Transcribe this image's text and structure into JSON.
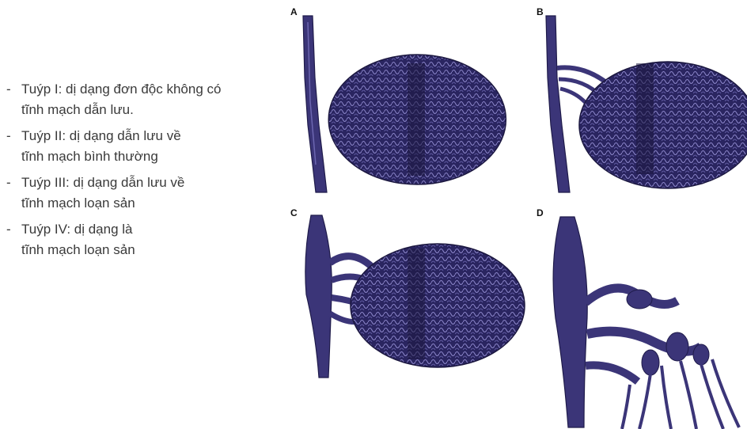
{
  "types": [
    {
      "line1": "Tuýp I: dị dạng đơn độc không có",
      "line2": "tĩnh mạch dẫn lưu."
    },
    {
      "line1": "Tuýp II: dị dạng dẫn lưu về",
      "line2": "tĩnh mạch bình thường"
    },
    {
      "line1": "Tuýp III: dị dạng dẫn lưu về",
      "line2": "tĩnh mạch loạn sản"
    },
    {
      "line1": "Tuýp IV: dị dạng là",
      "line2": "tĩnh mạch loạn sản"
    }
  ],
  "panels": {
    "a": {
      "label": "A"
    },
    "b": {
      "label": "B"
    },
    "c": {
      "label": "C"
    },
    "d": {
      "label": "D"
    }
  },
  "colors": {
    "vessel": "#3b3578",
    "vessel_dark": "#1f1b4a",
    "vessel_light": "#6c66b0",
    "mass_dark": "#1c1840",
    "text": "#3a3a3a"
  }
}
